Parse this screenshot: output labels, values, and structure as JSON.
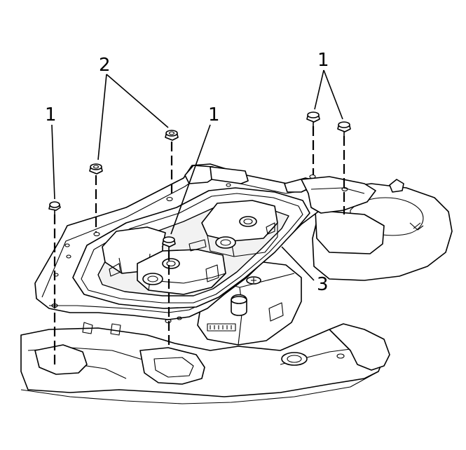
{
  "callouts": {
    "c1_left": "1",
    "c2": "2",
    "c1_center": "1",
    "c1_right": "1",
    "c3": "3"
  },
  "parts": [
    {
      "callout": "1",
      "part": "bolt",
      "count": 4
    },
    {
      "callout": "2",
      "part": "nut",
      "count": 2
    },
    {
      "callout": "3",
      "part": "bracket",
      "count": 1
    }
  ]
}
